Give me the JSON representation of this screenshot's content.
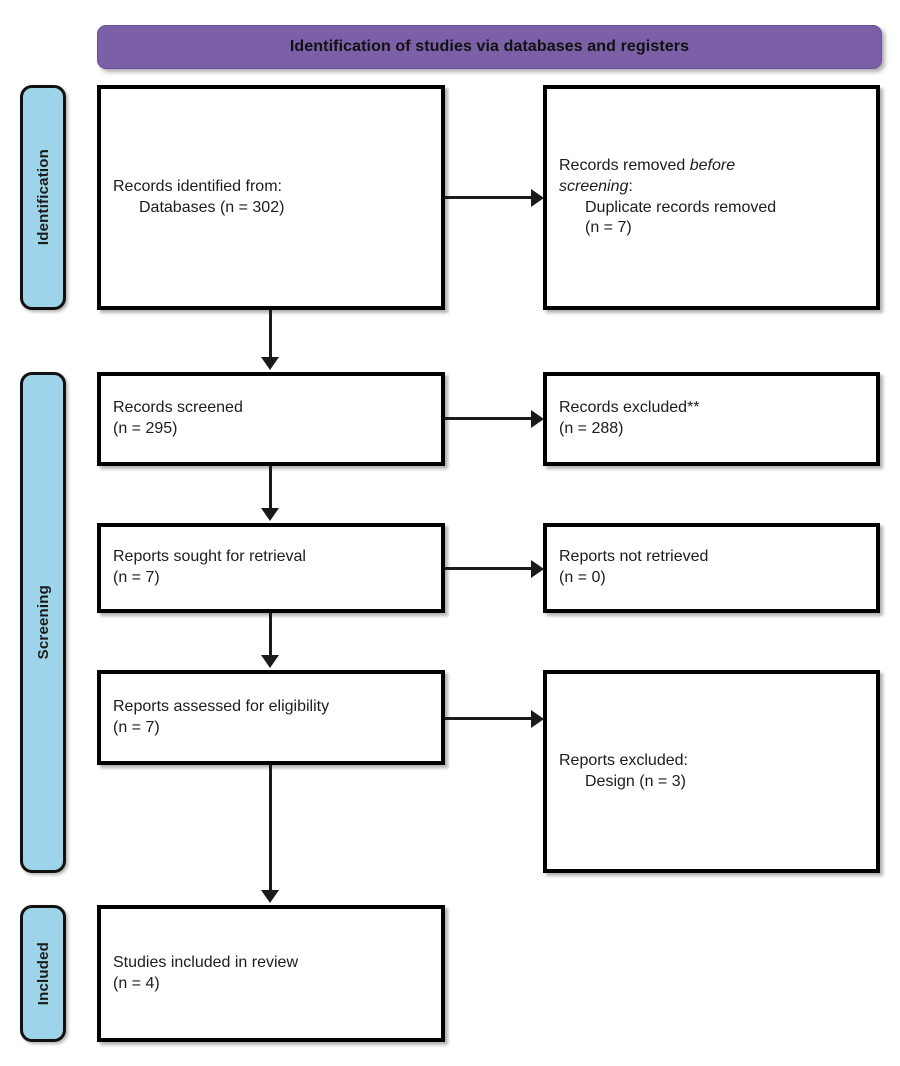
{
  "colors": {
    "banner": "#7b60a8",
    "stage_bar": "#9ed4e9",
    "box_border": "#000000",
    "box_fill": "#ffffff",
    "connector": "#1a1a1a",
    "text": "#1c1c1c"
  },
  "banner": {
    "title": "Identification of studies via databases and registers"
  },
  "stages": [
    {
      "id": "identification",
      "label": "Identification"
    },
    {
      "id": "screening",
      "label": "Screening"
    },
    {
      "id": "included",
      "label": "Included"
    }
  ],
  "boxes": {
    "identified": {
      "line1": "Records identified from:",
      "line2": "Databases (n = 302)"
    },
    "removed": {
      "line1_a": "Records removed ",
      "line1_b": "before",
      "line2_a": "screening",
      "line2_b": ":",
      "line3": "Duplicate records removed",
      "line4": "(n = 7)"
    },
    "screened": {
      "line1": "Records screened",
      "line2": "(n = 295)"
    },
    "excluded": {
      "line1": "Records excluded**",
      "line2": "(n = 288)"
    },
    "sought": {
      "line1": "Reports sought for retrieval",
      "line2": "(n = 7)"
    },
    "not_retrieved": {
      "line1": "Reports not retrieved",
      "line2": "(n = 0)"
    },
    "assessed": {
      "line1": "Reports assessed for eligibility",
      "line2": "(n = 7)"
    },
    "reports_excluded": {
      "line1": "Reports excluded:",
      "line2": "Design (n = 3)"
    },
    "included": {
      "line1": "Studies included in review",
      "line2": "(n = 4)"
    }
  },
  "chart_data": {
    "type": "diagram",
    "title": "PRISMA 2020 flow diagram",
    "nodes": [
      {
        "id": "identified",
        "stage": "Identification",
        "column": "left",
        "label": "Records identified from: Databases (n = 302)",
        "n": 302
      },
      {
        "id": "removed",
        "stage": "Identification",
        "column": "right",
        "label": "Records removed before screening: Duplicate records removed (n = 7)",
        "n": 7
      },
      {
        "id": "screened",
        "stage": "Screening",
        "column": "left",
        "label": "Records screened (n = 295)",
        "n": 295
      },
      {
        "id": "excluded",
        "stage": "Screening",
        "column": "right",
        "label": "Records excluded** (n = 288)",
        "n": 288
      },
      {
        "id": "sought",
        "stage": "Screening",
        "column": "left",
        "label": "Reports sought for retrieval (n = 7)",
        "n": 7
      },
      {
        "id": "not_retrieved",
        "stage": "Screening",
        "column": "right",
        "label": "Reports not retrieved (n = 0)",
        "n": 0
      },
      {
        "id": "assessed",
        "stage": "Screening",
        "column": "left",
        "label": "Reports assessed for eligibility (n = 7)",
        "n": 7
      },
      {
        "id": "reports_excluded",
        "stage": "Screening",
        "column": "right",
        "label": "Reports excluded: Design (n = 3)",
        "n": 3
      },
      {
        "id": "included",
        "stage": "Included",
        "column": "left",
        "label": "Studies included in review (n = 4)",
        "n": 4
      }
    ],
    "edges": [
      {
        "from": "identified",
        "to": "removed",
        "direction": "right"
      },
      {
        "from": "identified",
        "to": "screened",
        "direction": "down"
      },
      {
        "from": "screened",
        "to": "excluded",
        "direction": "right"
      },
      {
        "from": "screened",
        "to": "sought",
        "direction": "down"
      },
      {
        "from": "sought",
        "to": "not_retrieved",
        "direction": "right"
      },
      {
        "from": "sought",
        "to": "assessed",
        "direction": "down"
      },
      {
        "from": "assessed",
        "to": "reports_excluded",
        "direction": "right"
      },
      {
        "from": "assessed",
        "to": "included",
        "direction": "down"
      }
    ]
  }
}
